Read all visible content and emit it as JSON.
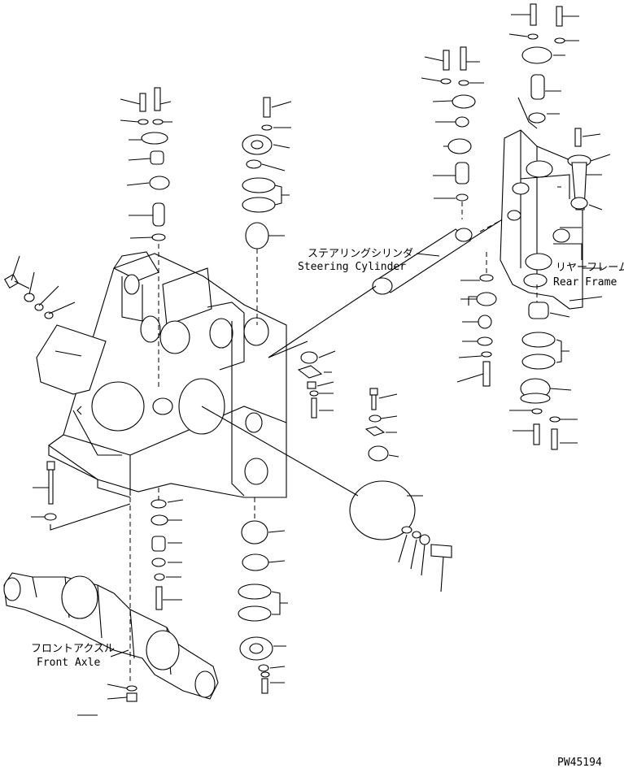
{
  "labels": {
    "steering_cylinder_jp": "ステアリングシリンダ",
    "steering_cylinder_en": "Steering Cylinder",
    "rear_frame_jp": "リヤーフレーム",
    "rear_frame_en": "Rear Frame",
    "front_axle_jp": "フロントアクスル",
    "front_axle_en": "Front Axle",
    "drawing_number": "PW45194"
  }
}
